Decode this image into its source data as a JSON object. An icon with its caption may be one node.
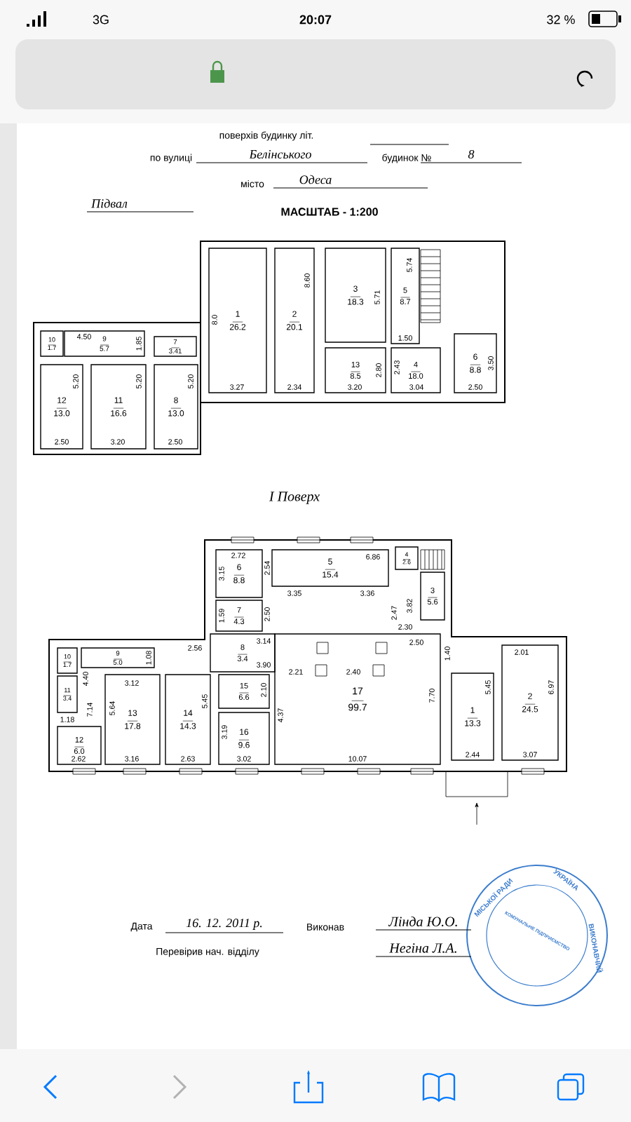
{
  "diagram": {
    "nodes": [
      {
        "text": [
          "1",
          "26.2"
        ]
      },
      {
        "text": [
          "2",
          "20.1"
        ]
      },
      {
        "text": [
          "3",
          "18.3"
        ]
      },
      {
        "text": [
          "5",
          "8.7"
        ]
      },
      {
        "text": [
          "10",
          "1.7"
        ]
      },
      {
        "text": [
          "9",
          "5.7"
        ]
      },
      {
        "text": [
          "7",
          "3.41"
        ]
      },
      {
        "text": [
          "13",
          "8.5"
        ]
      },
      {
        "text": [
          "4",
          "18.0"
        ]
      },
      {
        "text": [
          "6",
          "8.8"
        ]
      },
      {
        "text": [
          "12",
          "13.0"
        ]
      },
      {
        "text": [
          "11",
          "16.6"
        ]
      },
      {
        "text": [
          "8",
          "13.0"
        ]
      },
      {
        "text": [
          "6",
          "8.8"
        ]
      },
      {
        "text": [
          "5",
          "15.4"
        ]
      },
      {
        "text": [
          "4",
          "2.6"
        ]
      },
      {
        "text": [
          "3",
          "5.6"
        ]
      },
      {
        "text": [
          "7",
          "4.3"
        ]
      },
      {
        "text": [
          "8",
          "3.4"
        ]
      },
      {
        "text": [
          "10",
          "1.7"
        ]
      },
      {
        "text": [
          "9",
          "5.0"
        ]
      },
      {
        "text": [
          "15",
          "6.6"
        ]
      },
      {
        "text": [
          "11",
          "3.4"
        ]
      },
      {
        "text": [
          "13",
          "17.8"
        ]
      },
      {
        "text": [
          "14",
          "14.3"
        ]
      },
      {
        "text": [
          "17",
          "99.7"
        ]
      },
      {
        "text": [
          "1",
          "13.3"
        ]
      },
      {
        "text": [
          "2",
          "24.5"
        ]
      },
      {
        "text": [
          "16",
          "9.6"
        ]
      },
      {
        "text": [
          "12",
          "6.0"
        ]
      }
    ],
    "labels": [
      "поверхів будинку літ.",
      "по вулиці",
      "Белінського",
      "будинок №",
      "8",
      "місто",
      "Одеса",
      "Підвал",
      "МАСШТАБ - 1:200",
      "8.0",
      "3.27",
      "8.60",
      "2.34",
      "5.71",
      "5.74",
      "1.50",
      "3.20",
      "2.80",
      "2.43",
      "3.04",
      "3.50",
      "2.50",
      "4.50",
      "1.85",
      "5.20",
      "2.50",
      "5.20",
      "3.20",
      "5.20",
      "2.50",
      "I Поверх",
      "2.72",
      "3.15",
      "2.54",
      "6.86",
      "3.35",
      "3.36",
      "1.59",
      "2.50",
      "3.14",
      "2.47",
      "3.82",
      "2.30",
      "2.56",
      "3.90",
      "1.08",
      "4.40",
      "7.14",
      "1.18",
      "3.12",
      "5.64",
      "5.45",
      "2.10",
      "3.19",
      "4.37",
      "2.21",
      "2.40",
      "2.50",
      "7.70",
      "1.40",
      "2.01",
      "5.45",
      "6.97",
      "2.62",
      "3.16",
      "2.63",
      "3.02",
      "10.07",
      "2.44",
      "3.07",
      "Дата",
      "16. 12. 2011 р.",
      "Виконав",
      "Лінда Ю.О.",
      "Перевірив нач. відділу",
      "Негіна Л.А.",
      "МІСЬКОЇ РАДИ",
      "УКРАЇНА",
      "КОМУНАЛЬНЕ ПІДПРИЄМСТВО",
      "ВИКОНАВЧИЙ",
      "3G",
      "20:07",
      "32 %"
    ]
  }
}
